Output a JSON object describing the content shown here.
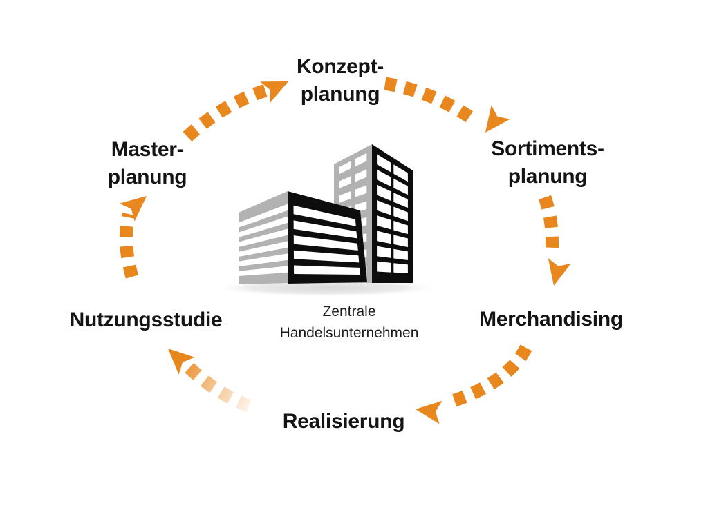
{
  "diagram": {
    "steps": [
      {
        "id": "konzeptplanung",
        "lines": [
          "Konzept-",
          "planung"
        ]
      },
      {
        "id": "sortimentsplanung",
        "lines": [
          "Sortiments-",
          "planung"
        ]
      },
      {
        "id": "merchandising",
        "lines": [
          "Merchandising"
        ]
      },
      {
        "id": "realisierung",
        "lines": [
          "Realisierung"
        ]
      },
      {
        "id": "nutzungsstudie",
        "lines": [
          "Nutzungsstudie"
        ]
      },
      {
        "id": "masterplanung",
        "lines": [
          "Master-",
          "planung"
        ]
      }
    ],
    "center_label": {
      "lines": [
        "Zentrale",
        "Handelsunternehmen"
      ]
    },
    "colors": {
      "arrow": "#E8871D",
      "text": "#141414",
      "building_gray": "#b2b2b2",
      "building_black": "#0d0d0d"
    }
  }
}
